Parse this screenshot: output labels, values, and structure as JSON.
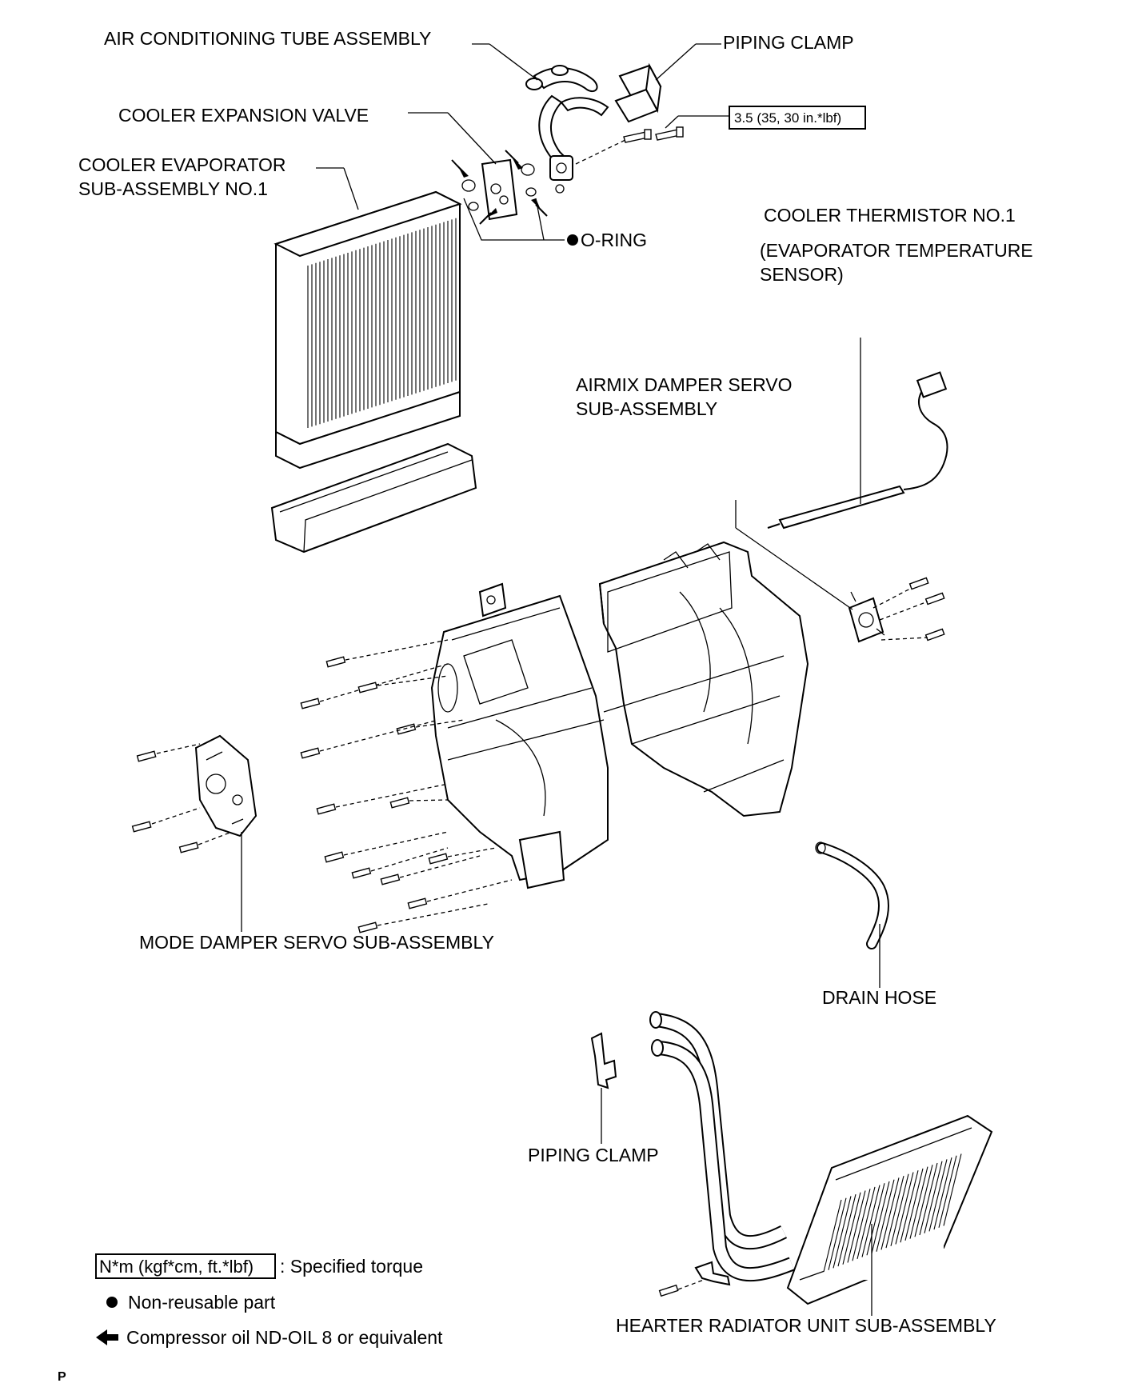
{
  "labels": {
    "ac_tube": "AIR CONDITIONING TUBE ASSEMBLY",
    "piping_clamp_top": "PIPING CLAMP",
    "torque": "3.5 (35, 30 in.*lbf)",
    "expansion_valve": "COOLER EXPANSION VALVE",
    "evaporator_line1": "COOLER EVAPORATOR",
    "evaporator_line2": "SUB-ASSEMBLY NO.1",
    "o_ring": "O-RING",
    "thermistor_line1": "COOLER THERMISTOR NO.1",
    "thermistor_line2": "(EVAPORATOR TEMPERATURE",
    "thermistor_line3": "SENSOR)",
    "airmix_line1": "AIRMIX DAMPER SERVO",
    "airmix_line2": "SUB-ASSEMBLY",
    "mode_servo": "MODE DAMPER SERVO SUB-ASSEMBLY",
    "drain_hose": "DRAIN HOSE",
    "piping_clamp_bottom": "PIPING CLAMP",
    "heater_radiator": "HEARTER RADIATOR UNIT SUB-ASSEMBLY"
  },
  "legend": {
    "torque_box": "N*m (kgf*cm, ft.*lbf)",
    "torque_desc": ": Specified torque",
    "nonreusable": "Non-reusable part",
    "compressor_oil": "Compressor oil ND-OIL 8 or equivalent"
  },
  "corner_mark": "P"
}
